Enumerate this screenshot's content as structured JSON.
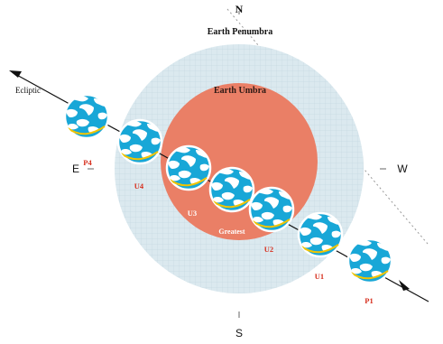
{
  "diagram": {
    "directions": {
      "north": "N",
      "south": "S",
      "east": "E",
      "west": "W"
    },
    "labels": {
      "penumbra": "Earth Penumbra",
      "umbra": "Earth Umbra",
      "ecliptic": "Ecliptic",
      "greatest": "Greatest"
    },
    "contacts": {
      "p1": "P1",
      "u1": "U1",
      "u2": "U2",
      "u3": "U3",
      "u4": "U4",
      "p4": "P4"
    },
    "colors": {
      "penumbra": "#dbe9ef",
      "penumbra_grid": "#c6d9e2",
      "umbra": "#ea7f66",
      "ocean": "#18a7d7",
      "land": "#ffffff",
      "terminator": "#f2c400",
      "contact_text": "#d7301f",
      "text_dark": "#111111",
      "umbra_text": "#2e1a15"
    }
  }
}
